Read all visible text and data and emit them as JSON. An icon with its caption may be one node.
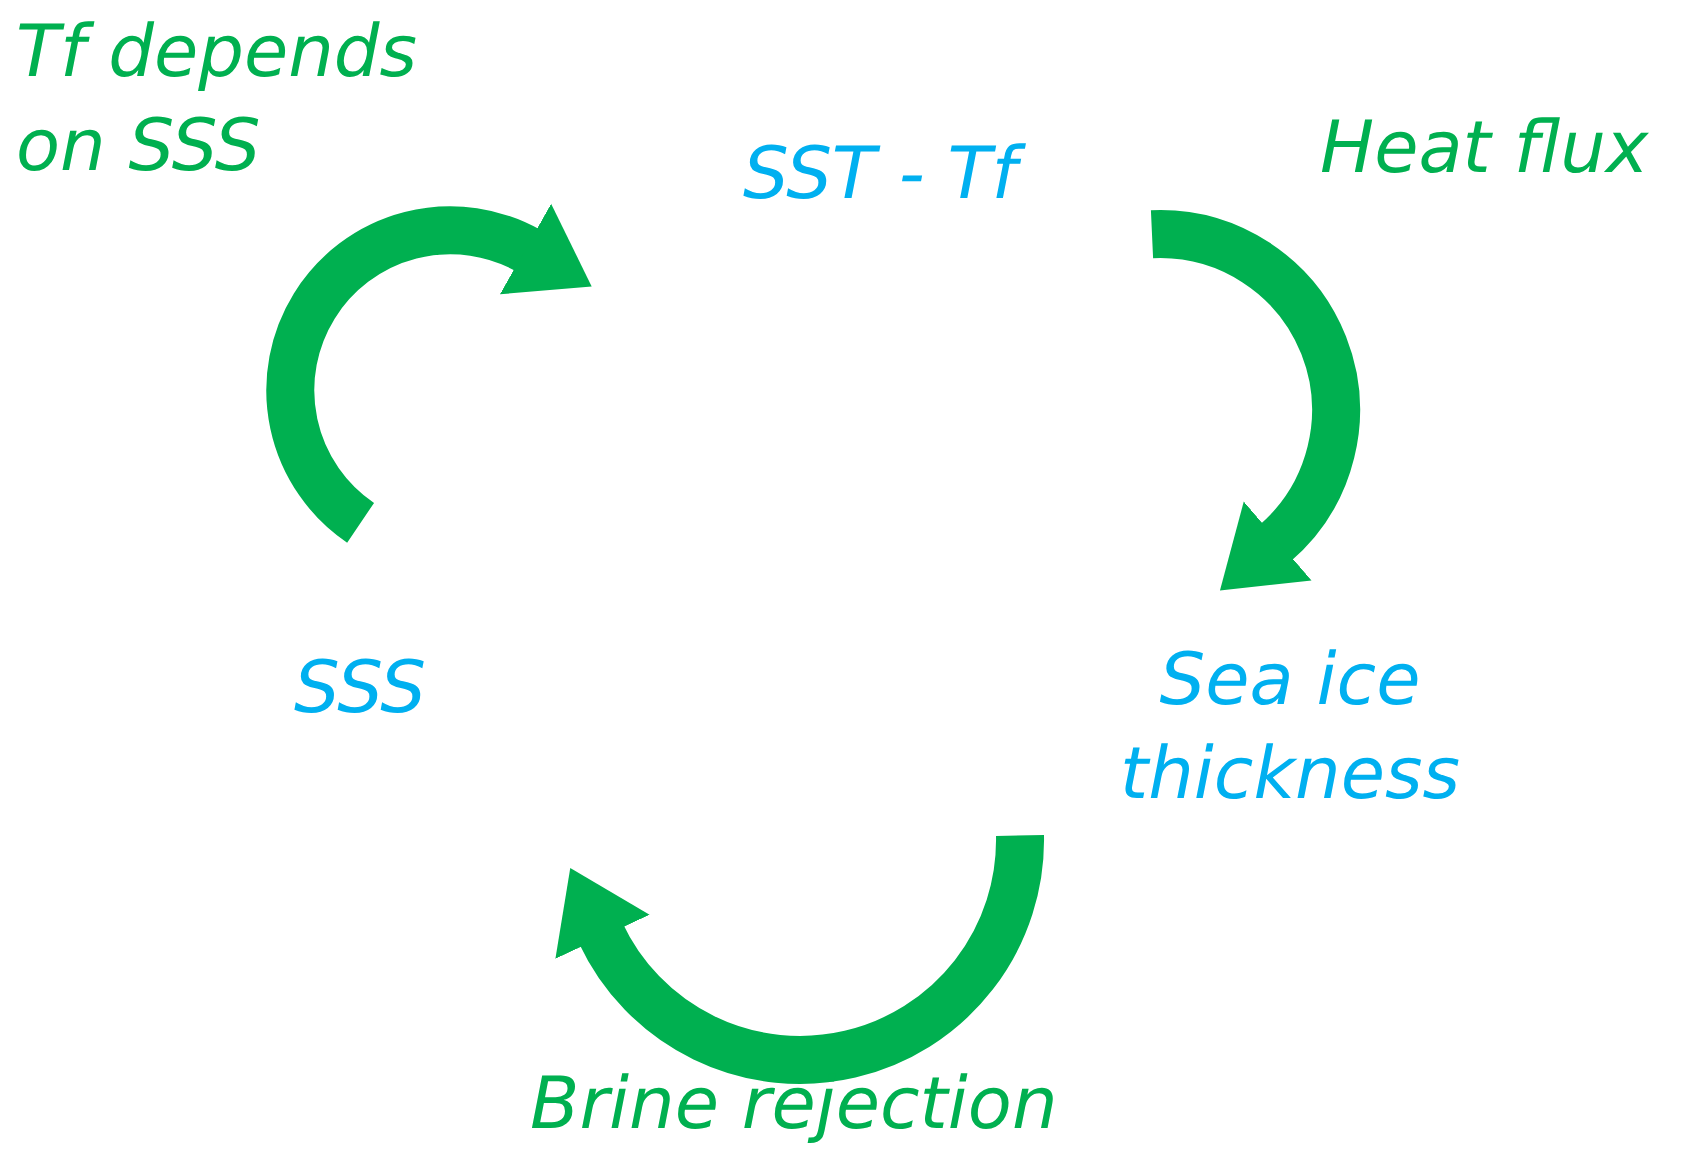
{
  "diagram": {
    "nodes": [
      {
        "text": [
          "SST - Tf"
        ]
      },
      {
        "text": [
          "Sea ice thickness"
        ]
      },
      {
        "text": [
          "SSS"
        ]
      }
    ],
    "edges": [
      {
        "from": 0,
        "to": 1,
        "arrow": "to",
        "label": "Heat flux"
      },
      {
        "from": 1,
        "to": 2,
        "arrow": "to",
        "label": "Brine rejection"
      },
      {
        "from": 2,
        "to": 0,
        "arrow": "to",
        "label": "Tf depends on SSS"
      }
    ]
  }
}
